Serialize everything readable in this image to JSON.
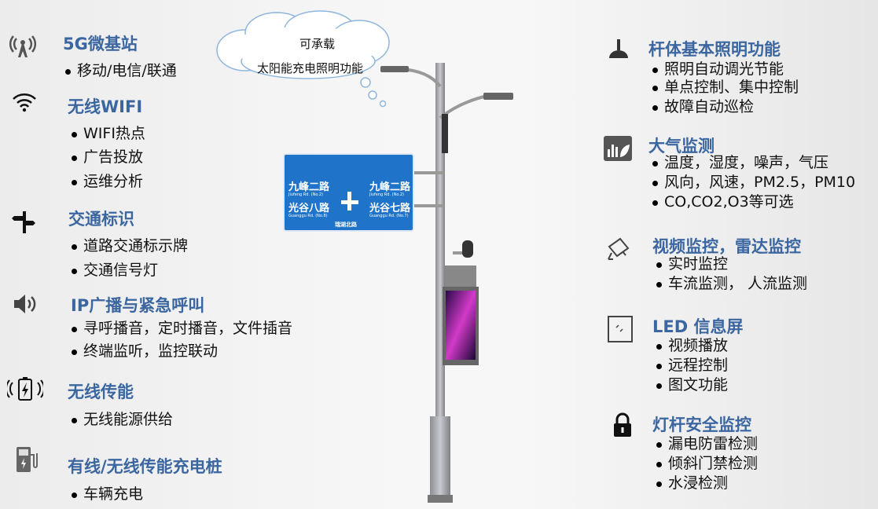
{
  "left": [
    {
      "title": "5G微基站",
      "icon": "antenna-icon",
      "items": [
        "移动/电信/联通"
      ]
    },
    {
      "title": "无线WIFI",
      "icon": "wifi-icon",
      "items": [
        "WIFI热点",
        "广告投放",
        "运维分析"
      ]
    },
    {
      "title": "交通标识",
      "icon": "signpost-icon",
      "items": [
        "道路交通标示牌",
        "交通信号灯"
      ]
    },
    {
      "title": "IP广播与紧急呼叫",
      "icon": "speaker-icon",
      "items": [
        "寻呼播音，定时播音，文件插音",
        "终端监听，监控联动"
      ]
    },
    {
      "title": "无线传能",
      "icon": "wireless-battery-icon",
      "items": [
        "无线能源供给"
      ]
    },
    {
      "title": "有线/无线传能充电桩",
      "icon": "charging-station-icon",
      "items": [
        "车辆充电"
      ]
    }
  ],
  "right": [
    {
      "title": "杆体基本照明功能",
      "icon": "lamp-icon",
      "items": [
        "照明自动调光节能",
        "单点控制、集中控制",
        "故障自动巡检"
      ]
    },
    {
      "title": "大气监测",
      "icon": "environment-monitor-icon",
      "items": [
        "温度，湿度，噪声，气压",
        "风向，风速，PM2.5，PM10",
        "CO,CO2,O3等可选"
      ]
    },
    {
      "title": "视频监控，雷达监控",
      "icon": "camera-icon",
      "items": [
        "实时监控",
        "车流监测， 人流监测"
      ]
    },
    {
      "title": "LED 信息屏",
      "icon": "screen-icon",
      "items": [
        "视频播放",
        "远程控制",
        "图文功能"
      ]
    },
    {
      "title": "灯杆安全监控",
      "icon": "lock-icon",
      "items": [
        "漏电防雷检测",
        "倾斜门禁检测",
        "水浸检测"
      ]
    }
  ],
  "cloud": {
    "line1": "可承载",
    "line2": "太阳能充电照明功能"
  },
  "sign": {
    "l1": "九峰二路",
    "l1en": "Jiufeng Rd. (No.2)",
    "l2": "光谷八路",
    "l2en": "Guanggu Rd. (No.8)",
    "r1": "九峰二路",
    "r1en": "Jiufeng Rd. (No.2)",
    "r2": "光谷七路",
    "r2en": "Guanggu Rd. (No.7)",
    "bottom": "瑞湖北路"
  }
}
